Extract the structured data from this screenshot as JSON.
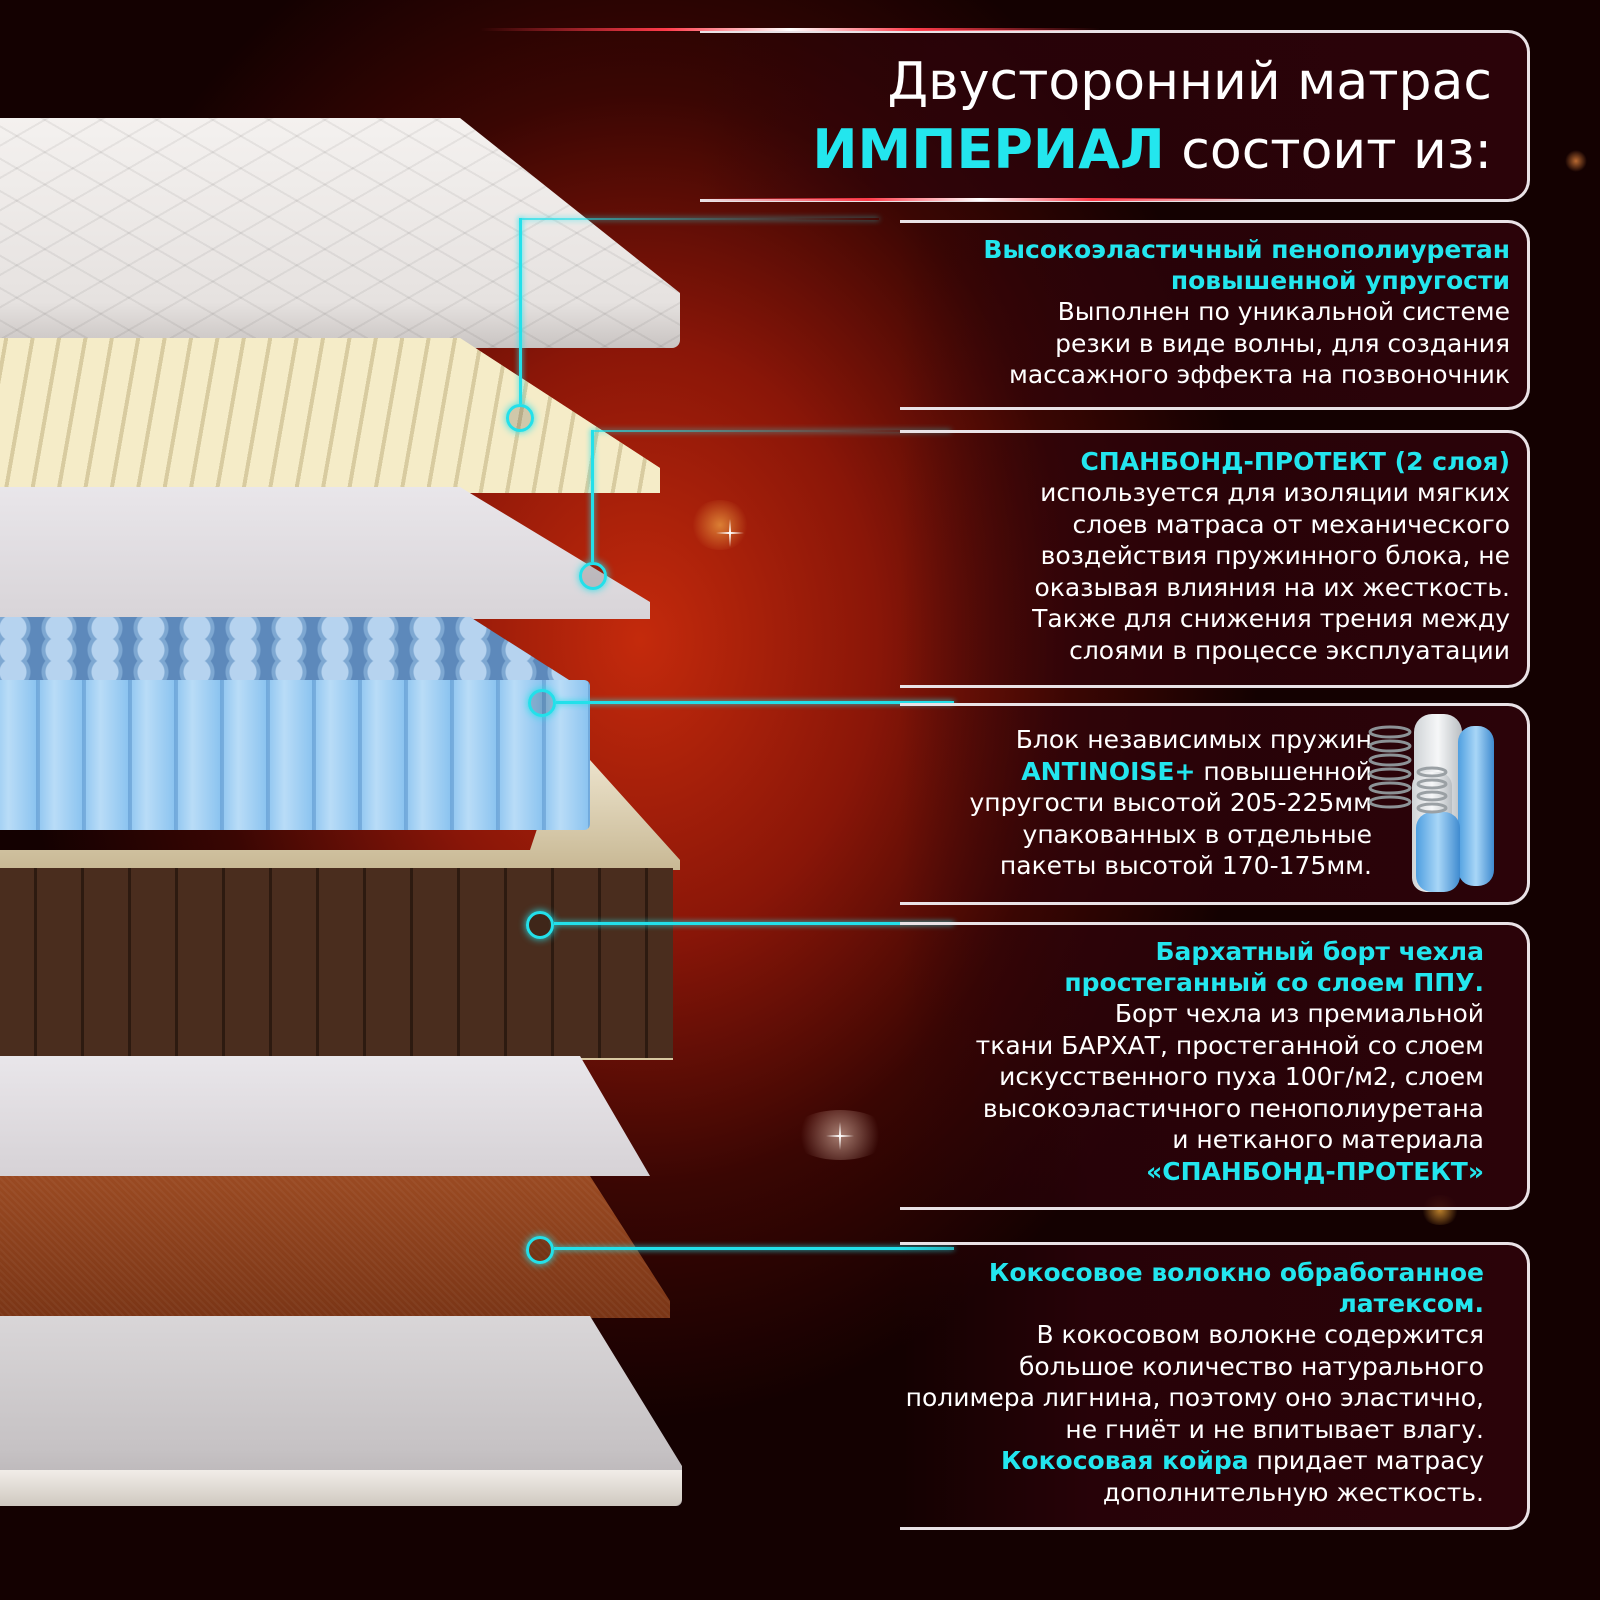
{
  "title": {
    "line1": "Двусторонний матрас",
    "brand": "ИМПЕРИАЛ",
    "line2_rest": " состоит из:"
  },
  "layers": [
    {
      "heading_lines": [
        "Высокоэластичный пенополиуретан",
        "повышенной упругости"
      ],
      "body_lines": [
        "Выполнен по уникальной системе",
        "резки в виде волны, для создания",
        "массажного эффекта на позвоночник"
      ]
    },
    {
      "heading_lines": [
        "СПАНБОНД-ПРОТЕКТ (2 слоя)"
      ],
      "body_lines": [
        "используется для изоляции мягких",
        "слоев матраса от механического",
        "воздействия пружинного блока, не",
        "оказывая влияния на их жесткость.",
        "Также для снижения трения между",
        "слоями в процессе эксплуатации"
      ]
    },
    {
      "line1": "Блок независимых пружин",
      "line2_highlight": "ANTINOISE+",
      "line2_rest": " повышенной",
      "body_lines": [
        "упругости высотой 205-225мм",
        "упакованных в отдельные",
        "пакеты высотой 170-175мм."
      ]
    },
    {
      "heading_lines": [
        "Бархатный борт чехла",
        "простеганный со слоем ППУ."
      ],
      "body_lines": [
        "Борт чехла из премиальной",
        "ткани БАРХАТ, простеганной со слоем",
        "искусственного пуха 100г/м2, слоем",
        "высокоэластичного пенополиуретана",
        "и нетканого материала"
      ],
      "footer_highlight": "«СПАНБОНД-ПРОТЕКТ»"
    },
    {
      "heading_lines": [
        "Кокосовое волокно обработанное",
        "латексом."
      ],
      "body_lines": [
        "В кокосовом волокне содержится",
        "большое количество натурального",
        "полимера лигнина, поэтому оно эластично,",
        "не гниёт и не впитывает влагу."
      ],
      "last_highlight": "Кокосовая койра",
      "last_rest": " придает матрасу",
      "last_line2": "дополнительную жесткость."
    }
  ],
  "colors": {
    "accent": "#23e6ee",
    "background": "#8a1608",
    "panel_border": "#e9e2e6"
  },
  "icons": [
    "spring-pocket-icon"
  ]
}
